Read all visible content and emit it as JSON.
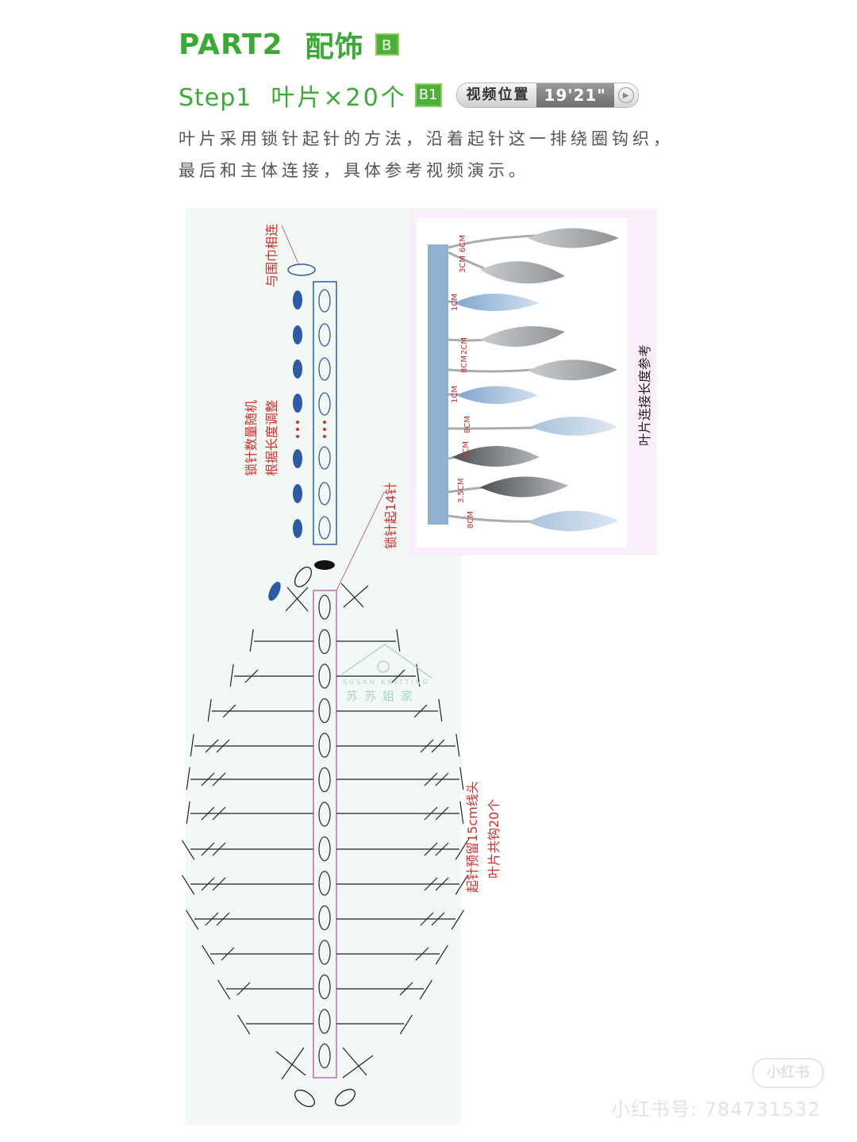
{
  "header": {
    "part_label": "PART2",
    "part_name": "配饰",
    "part_badge": "B",
    "step_label": "Step1",
    "step_name": "叶片×20个",
    "step_badge": "B1",
    "video_label": "视频位置",
    "video_time": "19'21\""
  },
  "description": "叶片采用锁针起针的方法，沿着起针这一排绕圈钩织，最后和主体连接，具体参考视频演示。",
  "diagram": {
    "label_connect": "与围巾相连",
    "label_chain_random_1": "锁针数量随机",
    "label_chain_random_2": "根据长度调整",
    "label_chain14": "锁针起14针",
    "label_tail_1": "起针预留15cm线头",
    "label_tail_2": "叶片共钩20个",
    "watermark_top": "SUSAN KNITTING",
    "watermark_bottom": "苏苏姐家"
  },
  "reference": {
    "caption": "叶片连接长度参考",
    "stem_labels": [
      "6CM",
      "3CM",
      "1CM",
      "2CM",
      "8CM",
      "1CM",
      "8CM",
      "3CM",
      "3.5CM",
      "8CM"
    ]
  },
  "colors": {
    "accent_green": "#3aaa35",
    "red_label": "#d42a2a",
    "chain_blue": "#2f5aa8",
    "frame_blue": "#2f5aa8",
    "spine_pink": "#c06ab8",
    "bar_blue": "#8fb2d3"
  },
  "app_watermark": {
    "logo": "小红书",
    "id_text": "小红书号: 784731532"
  }
}
